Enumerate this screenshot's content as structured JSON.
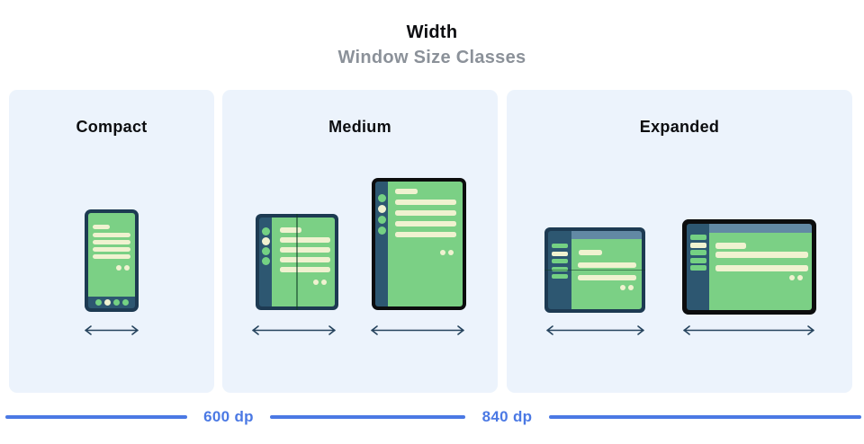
{
  "header": {
    "title": "Width",
    "subtitle": "Window Size Classes"
  },
  "panels": [
    {
      "id": "compact",
      "label": "Compact",
      "devices": [
        "phone-portrait"
      ]
    },
    {
      "id": "medium",
      "label": "Medium",
      "devices": [
        "foldable-portrait",
        "tablet-portrait"
      ]
    },
    {
      "id": "expanded",
      "label": "Expanded",
      "devices": [
        "foldable-landscape",
        "desktop-landscape"
      ]
    }
  ],
  "ruler": {
    "breakpoint_600": "600 dp",
    "breakpoint_840": "840 dp"
  },
  "icons": [
    "width-range-arrow"
  ],
  "colors": {
    "panel_bg": "#ecf3fc",
    "accent_blue": "#4b79e4",
    "frame_navy": "#1d3a52",
    "frame_black": "#0c0d0e",
    "rail_slate": "#2d5771",
    "screen_green": "#7bd085",
    "content_cream": "#f0f2d0",
    "topbar_blue": "#6289a4",
    "arrow_navy": "#24425c",
    "subtitle_gray": "#8b9199"
  }
}
